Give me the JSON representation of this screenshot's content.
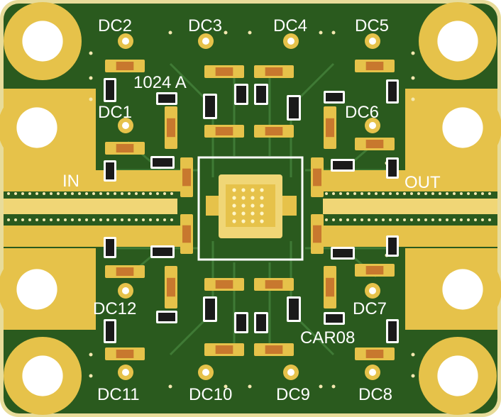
{
  "colors": {
    "substrate": "#2a5a1e",
    "edge": "#e8dc9a",
    "gold": "#e6c24a",
    "gold_light": "#f0d676",
    "trace_faint": "#3f7a35",
    "component_body": "#1a1a1a",
    "silk": "#ffffff",
    "via": "#f4e8b0"
  },
  "labels": {
    "dc1": "DC1",
    "dc2": "DC2",
    "dc3": "DC3",
    "dc4": "DC4",
    "dc5": "DC5",
    "dc6": "DC6",
    "dc7": "DC7",
    "dc8": "DC8",
    "dc9": "DC9",
    "dc10": "DC10",
    "dc11": "DC11",
    "dc12": "DC12",
    "input": "IN",
    "output": "OUT",
    "part_code": "1024 A",
    "board_code": "CAR08"
  }
}
